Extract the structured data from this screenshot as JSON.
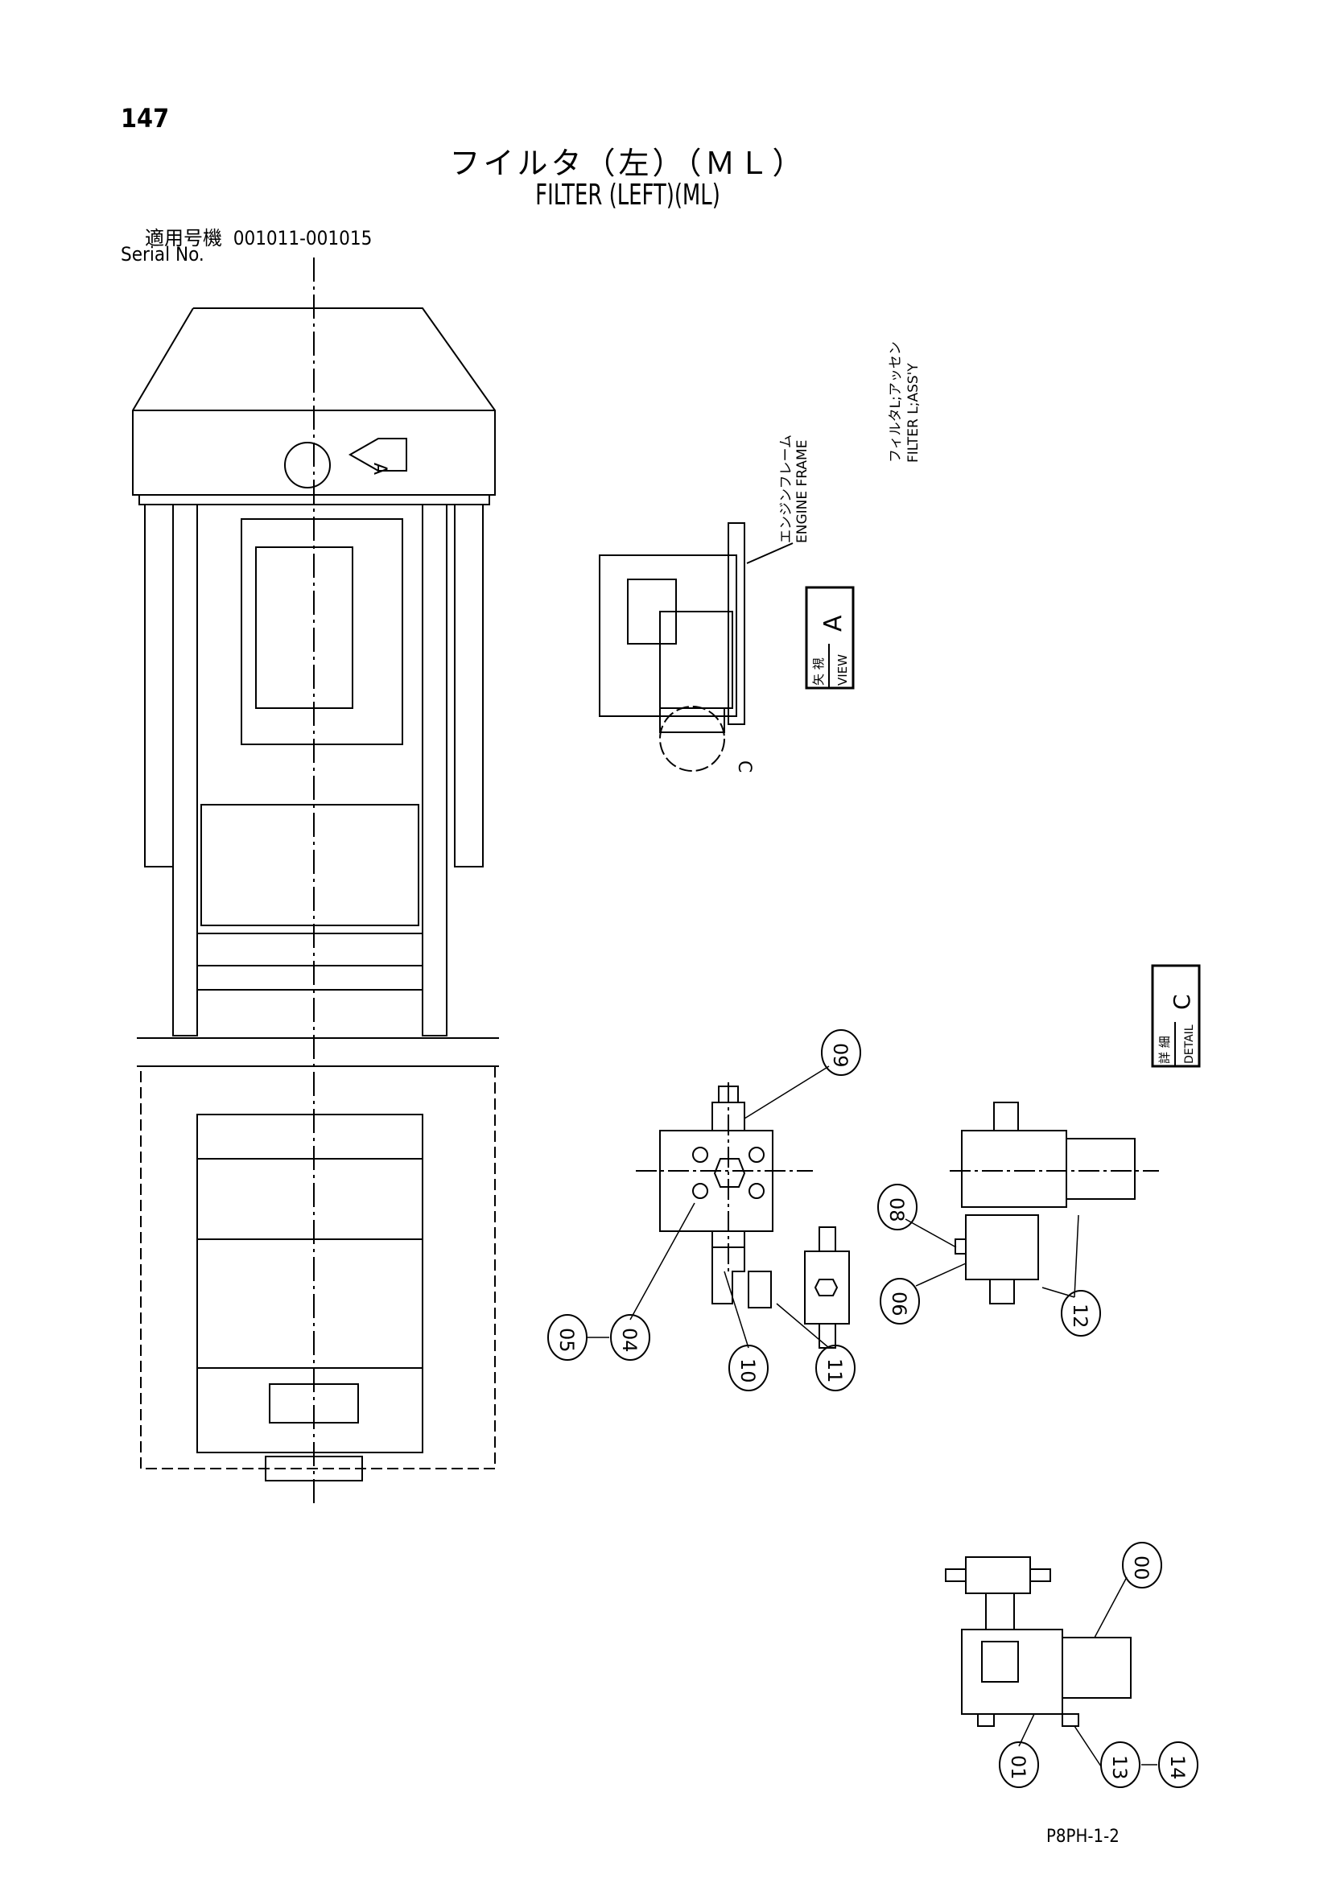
{
  "page_number": "147",
  "title_jp": "フイルタ（左）（ＭＬ）",
  "title_en": "FILTER (LEFT)(ML)",
  "serial": {
    "label_jp": "適用号機",
    "range": "001011-001015",
    "label_en": "Serial No."
  },
  "labels": {
    "engine_frame_jp": "エンジンフレーム",
    "engine_frame_en": "ENGINE FRAME",
    "filter_assy_jp": "フィルタL;アッセン",
    "filter_assy_en": "FILTER L;ASS'Y",
    "view_jp": "矢 視",
    "view_en": "VIEW",
    "view_letter": "A",
    "detail_jp": "詳 細",
    "detail_en": "DETAIL",
    "detail_letter": "C",
    "arrow_letter": "A",
    "circle_letter": "C"
  },
  "callouts": [
    "09",
    "05",
    "04",
    "10",
    "11",
    "08",
    "06",
    "12",
    "00",
    "01",
    "13",
    "14"
  ],
  "footer_code": "P8PH-1-2"
}
